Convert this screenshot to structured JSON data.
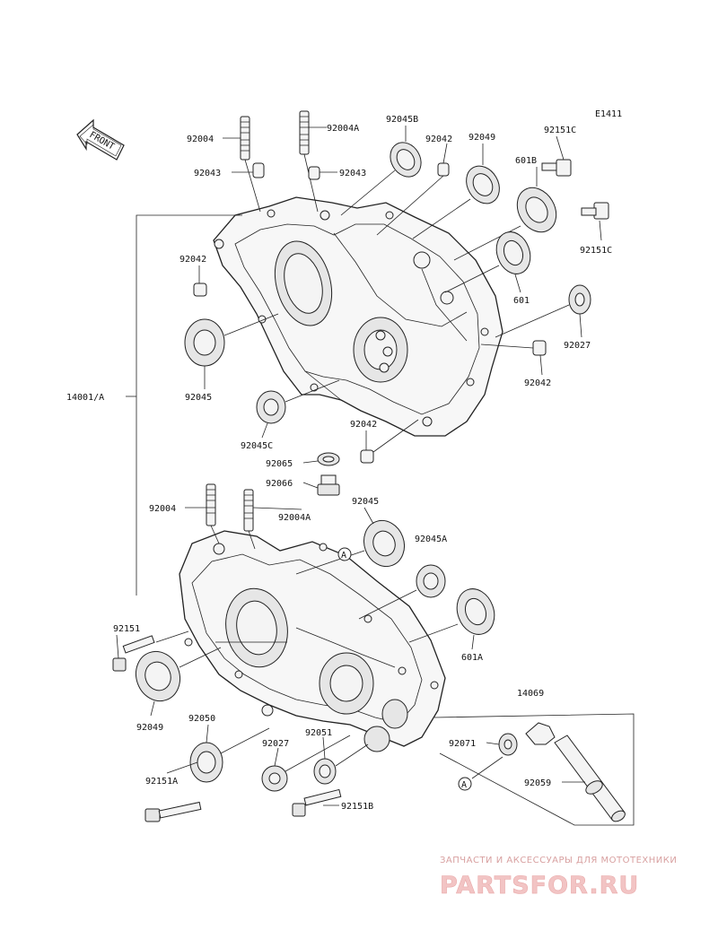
{
  "diagram_code": "E1411",
  "front_label": "FRONT",
  "labels": {
    "p92004_top": "92004",
    "p92004A_top": "92004A",
    "p92045B": "92045B",
    "p92042_top": "92042",
    "p92049_top": "92049",
    "p92151C_top": "92151C",
    "p92043_left": "92043",
    "p92043_right": "92043",
    "p601B": "601B",
    "p92042_left": "92042",
    "p92151C_right": "92151C",
    "p601": "601",
    "p92027_top": "92027",
    "p92045_left": "92045",
    "p92042_right": "92042",
    "p14001A": "14001/A",
    "p92045C": "92045C",
    "p92042_mid": "92042",
    "p92065": "92065",
    "p92066": "92066",
    "p92004_low": "92004",
    "p92004A_low": "92004A",
    "p92045_low": "92045",
    "p92045A": "92045A",
    "p92151": "92151",
    "p601A": "601A",
    "p14069": "14069",
    "p92049_low": "92049",
    "p92050": "92050",
    "p92027_low": "92027",
    "p92051": "92051",
    "p92071": "92071",
    "p92151A": "92151A",
    "p92059": "92059",
    "p92151B": "92151B"
  },
  "ref_marker": "A",
  "watermark": {
    "tagline": "ЗАПЧАСТИ И АКСЕССУАРЫ ДЛЯ МОТОТЕХНИКИ",
    "logo": "PARTSFOR.RU"
  }
}
